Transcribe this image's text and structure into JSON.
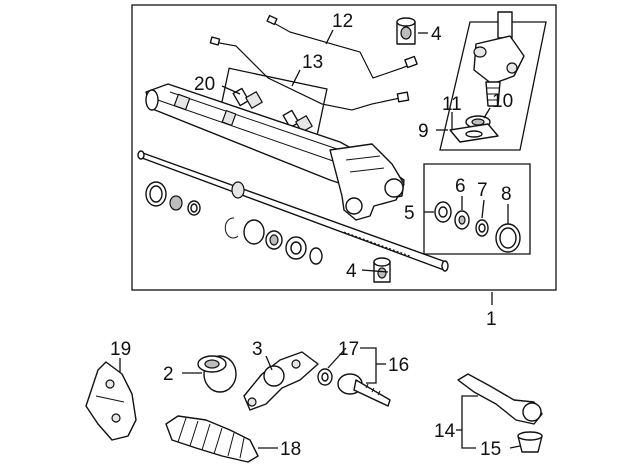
{
  "labels": {
    "l1": "1",
    "l2": "2",
    "l3": "3",
    "l4a": "4",
    "l4b": "4",
    "l5": "5",
    "l6": "6",
    "l7": "7",
    "l8": "8",
    "l9": "9",
    "l10": "10",
    "l11": "11",
    "l12": "12",
    "l13": "13",
    "l14": "14",
    "l15": "15",
    "l16": "16",
    "l17": "17",
    "l18": "18",
    "l19": "19",
    "l20": "20"
  },
  "colors": {
    "line": "#111111",
    "background": "#ffffff",
    "shade": "#bdbdbd"
  }
}
